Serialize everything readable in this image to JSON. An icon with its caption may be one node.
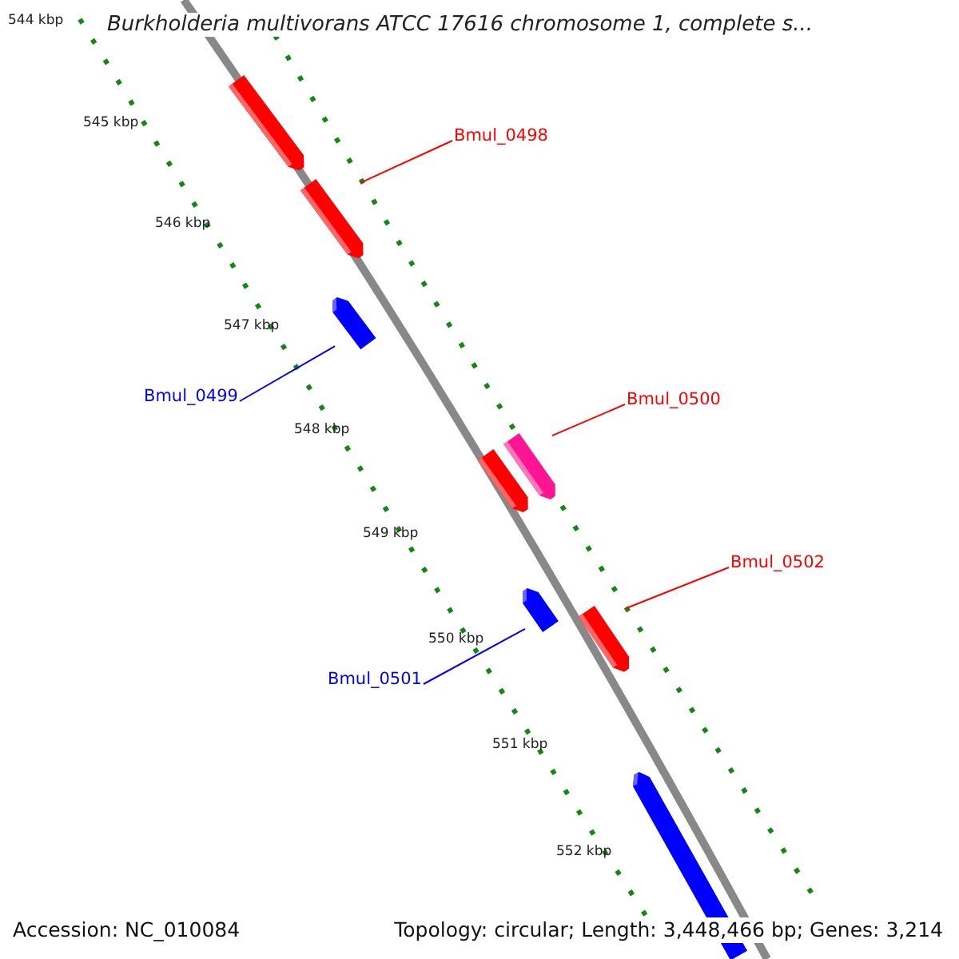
{
  "diagram": {
    "title": "Burkholderia multivorans ATCC 17616 chromosome 1, complete s...",
    "nodes": [
      {
        "text": [],
        "shape": "bar"
      },
      {
        "text": [
          "Bmul_0498"
        ]
      },
      {
        "text": [],
        "shape": "bar"
      },
      {
        "text": [],
        "shape": "bar"
      },
      {
        "text": [
          "Bmul_0499"
        ]
      },
      {
        "text": [
          "Bmul_0500"
        ]
      },
      {
        "text": [],
        "shape": "bar"
      },
      {
        "text": [],
        "shape": "bar"
      },
      {
        "text": [
          "Bmul_0502"
        ]
      },
      {
        "text": [],
        "shape": "bar"
      },
      {
        "text": [],
        "shape": "bar"
      },
      {
        "text": [
          "Bmul_0501"
        ]
      },
      {
        "text": [],
        "shape": "bar"
      }
    ],
    "edges": [
      {
        "from": 1,
        "to": 2,
        "arrow": "none"
      },
      {
        "from": 4,
        "to": 3,
        "arrow": "none",
        "color": "#0000ff"
      },
      {
        "from": 5,
        "to": 7,
        "arrow": "none"
      },
      {
        "from": 8,
        "to": 10,
        "arrow": "none"
      },
      {
        "from": 11,
        "to": 9,
        "arrow": "none",
        "color": "#0000ff"
      }
    ],
    "labels": [
      "544 kbp",
      "545 kbp",
      "546 kbp",
      "547 kbp",
      "548 kbp",
      "549 kbp",
      "550 kbp",
      "551 kbp",
      "552 kbp",
      "Accession: NC_010084",
      "Topology: circular; Length: 3,448,466 bp; Genes: 3,214"
    ]
  }
}
